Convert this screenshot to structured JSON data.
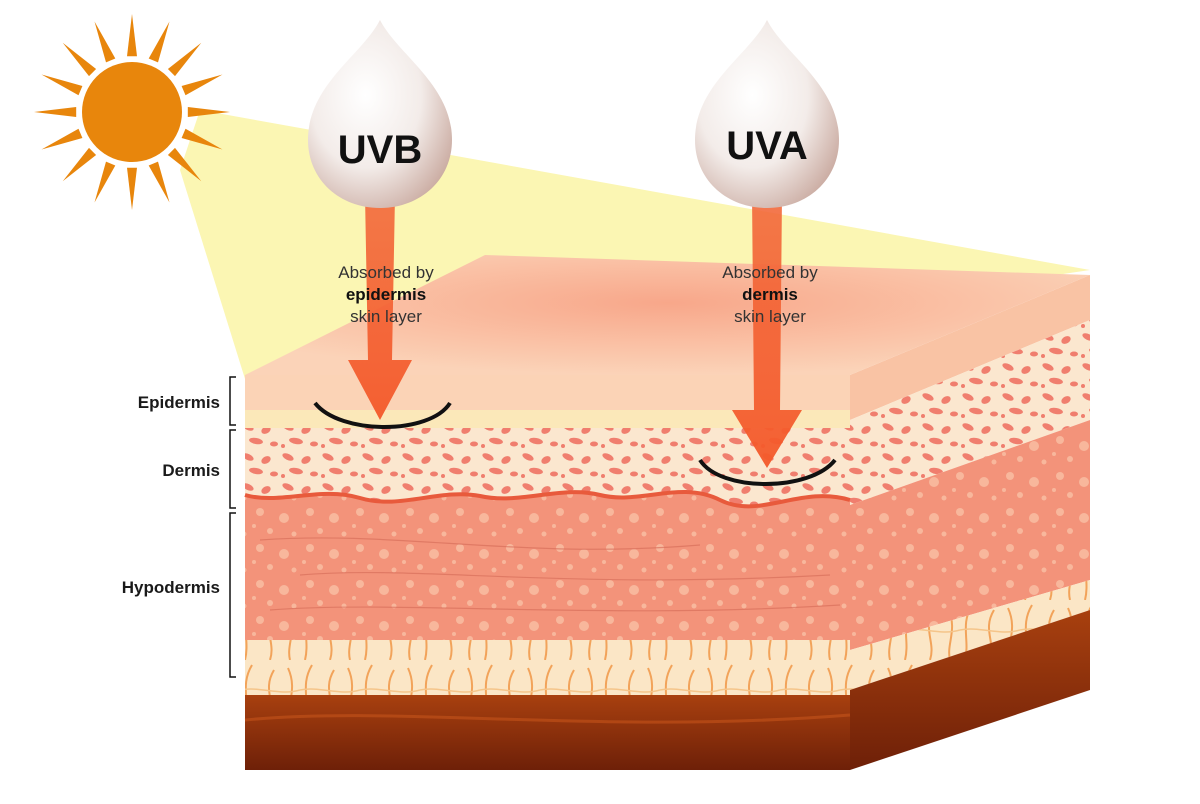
{
  "rays": [
    {
      "name": "UVB",
      "absorbed_prefix": "Absorbed by",
      "absorbed_layer": "epidermis",
      "absorbed_suffix": "skin layer"
    },
    {
      "name": "UVA",
      "absorbed_prefix": "Absorbed by",
      "absorbed_layer": "dermis",
      "absorbed_suffix": "skin layer"
    }
  ],
  "layers": [
    {
      "label": "Epidermis"
    },
    {
      "label": "Dermis"
    },
    {
      "label": "Hypodermis"
    }
  ],
  "icons": {
    "sun": "sun-icon",
    "droplet": "droplet-icon",
    "arrow": "arrow-down-icon"
  },
  "colors": {
    "sun": "#e8860c",
    "sunlight": "#fbf6b3",
    "arrow": "#f4592a",
    "epidermis": "#fad4b4",
    "dermis": "#f37e6c",
    "hypodermis": "#f28a72",
    "muscle": "#8a2a0c"
  }
}
